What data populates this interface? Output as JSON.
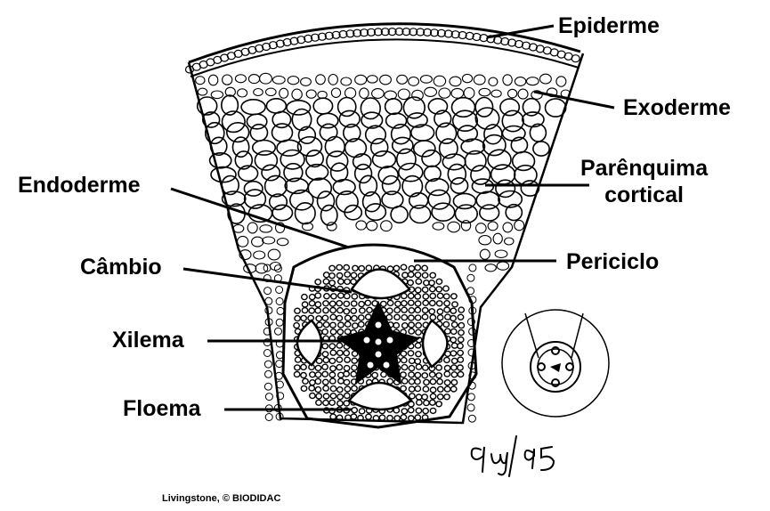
{
  "labels": {
    "epiderme": "Epiderme",
    "exoderme": "Exoderme",
    "parenquima_line1": "Parênquima",
    "parenquima_line2": "cortical",
    "endoderme": "Endoderme",
    "pericicle": "Periciclo",
    "cambio": "Câmbio",
    "xilema": "Xilema",
    "floema": "Floema"
  },
  "signature": "9uj/95",
  "credit": "Livingstone, © BIODIDAC",
  "colors": {
    "ink": "#000000",
    "background": "#ffffff"
  }
}
